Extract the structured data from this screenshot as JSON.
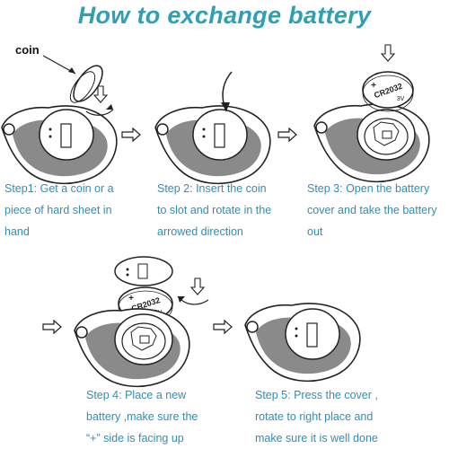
{
  "title": "How to exchange battery",
  "coin_label": "coin",
  "battery_text": "CR2032",
  "battery_voltage": "3V",
  "battery_plus": "+",
  "steps": [
    {
      "lines": [
        "Step1: Get a coin or a",
        " piece of hard sheet in",
        "hand"
      ]
    },
    {
      "lines": [
        "Step 2: Insert the coin",
        "to slot and rotate in the",
        "arrowed direction"
      ]
    },
    {
      "lines": [
        "Step 3: Open the battery",
        " cover and take the battery",
        "out"
      ]
    },
    {
      "lines": [
        "Step 4: Place a new",
        " battery ,make sure the",
        "“+” side is facing up"
      ]
    },
    {
      "lines": [
        "Step 5: Press the cover ,",
        "rotate to right place and",
        "make sure it is well done"
      ]
    }
  ],
  "colors": {
    "title": "#2f9fb3",
    "step_text": "#2e8fb6",
    "line_art": "#222222"
  },
  "icons": [
    "right-arrow-icon",
    "down-arrow-icon",
    "rotate-arrow-icon"
  ]
}
